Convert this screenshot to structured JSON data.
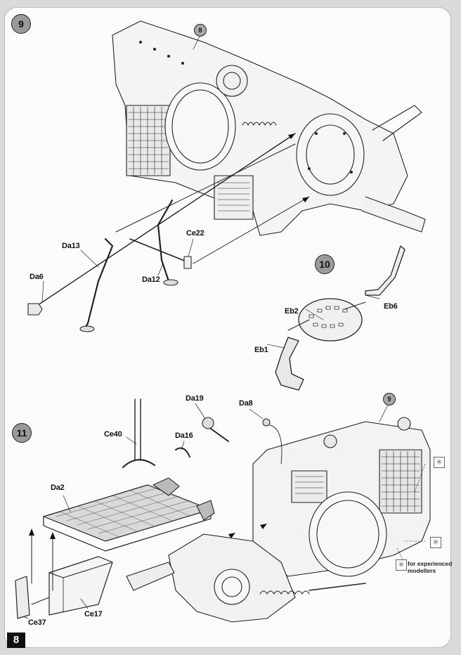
{
  "page": {
    "number": "8"
  },
  "steps": {
    "s9": {
      "number": "9"
    },
    "s10": {
      "number": "10"
    },
    "s11": {
      "number": "11"
    }
  },
  "callouts": {
    "gearbox_ref": "8",
    "engine_ref": "9"
  },
  "parts": {
    "da13": "Da13",
    "da6": "Da6",
    "da12": "Da12",
    "ce22": "Ce22",
    "eb2": "Eb2",
    "eb6": "Eb6",
    "eb1": "Eb1",
    "da19": "Da19",
    "da8": "Da8",
    "ce40": "Ce40",
    "da16": "Da16",
    "da2": "Da2",
    "ce37": "Ce37",
    "ce17": "Ce17"
  },
  "notes": {
    "experienced_line1": "for experienced",
    "experienced_line2": "modellers",
    "star_symbol": "✳"
  },
  "icons": [
    "experienced-modeller-icon"
  ]
}
